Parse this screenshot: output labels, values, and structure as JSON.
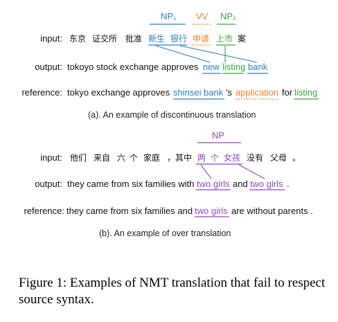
{
  "colors": {
    "np1": "#2a7fc0",
    "vv": "#e8862a",
    "np2": "#3aa345",
    "np": "#8e4bb5"
  },
  "example_a": {
    "tags": {
      "np1": "NP₁",
      "vv": "VV",
      "np2": "NP₂"
    },
    "input_label": "input:",
    "input_tokens": [
      "东京",
      "证交所",
      "批准",
      "新生",
      "银行",
      "申请",
      "上市",
      "案"
    ],
    "output_label": "output:",
    "output_plain": "tokoyo stock exchange approves",
    "output_new": "new",
    "output_listing": "listing",
    "output_bank": "bank",
    "reference_label": "reference:",
    "reference_plain": "tokyo exchange approves",
    "reference_shinsei_bank": "shinsei bank",
    "reference_s": "'s",
    "reference_application": "application",
    "reference_for": "for",
    "reference_listing": "listing",
    "caption": "(a). An example of discontinuous translation"
  },
  "example_b": {
    "tag": "NP",
    "input_label": "input:",
    "input_tokens": [
      "他们",
      "来自",
      "六",
      "个",
      "家庭",
      "，其中",
      "两",
      "个",
      "女孩",
      "没有",
      "父母",
      "。"
    ],
    "output_label": "output:",
    "output_plain1": "they came from six families with",
    "output_two_girls_1": "two girls",
    "output_and": "and",
    "output_two_girls_2": "two girls",
    "output_period": ".",
    "reference_label": "reference:",
    "reference_plain": "they came from six families and",
    "reference_two_girls": "two girls",
    "reference_rest": "are without parents .",
    "caption": "(b). An example of over translation"
  },
  "figure_caption": "Figure 1: Examples of NMT translation that fail to respect source syntax."
}
